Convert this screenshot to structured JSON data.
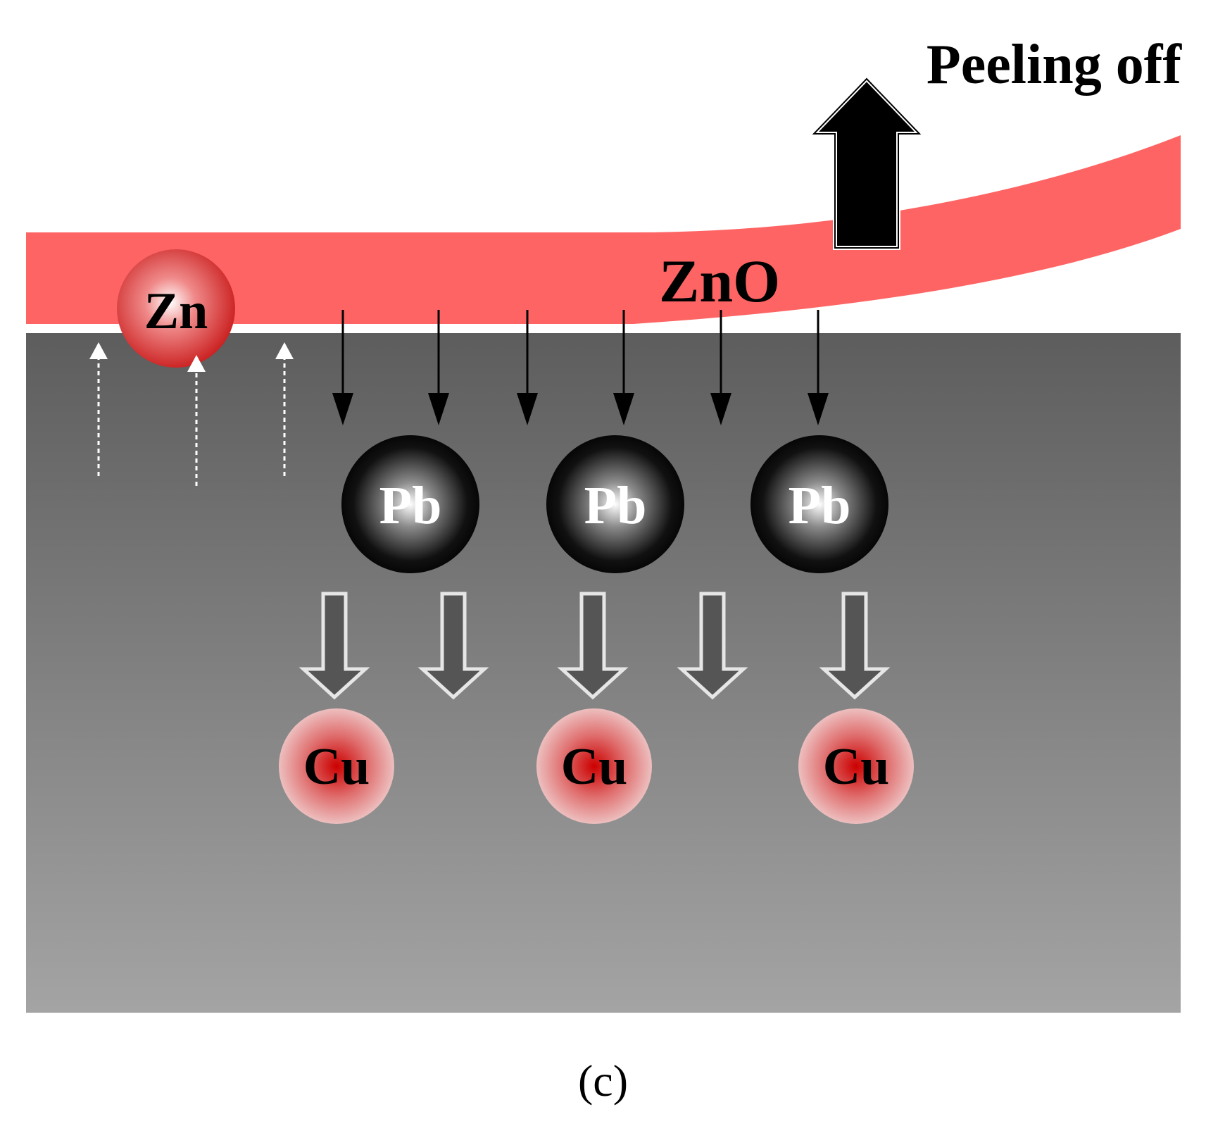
{
  "labels": {
    "peeling": "Peeling off",
    "oxide": "ZnO",
    "zn": "Zn",
    "pb": [
      "Pb",
      "Pb",
      "Pb"
    ],
    "cu": [
      "Cu",
      "Cu",
      "Cu"
    ],
    "caption": "(c)"
  },
  "colors": {
    "oxide_layer": "#ff6464",
    "substrate_top": "#5f5f5f",
    "substrate_bottom": "#a3a3a3",
    "zn_atom": "#d41a1a",
    "pb_atom": "#000000",
    "cu_atom": "#d42a2a",
    "arrow": "#000000"
  }
}
